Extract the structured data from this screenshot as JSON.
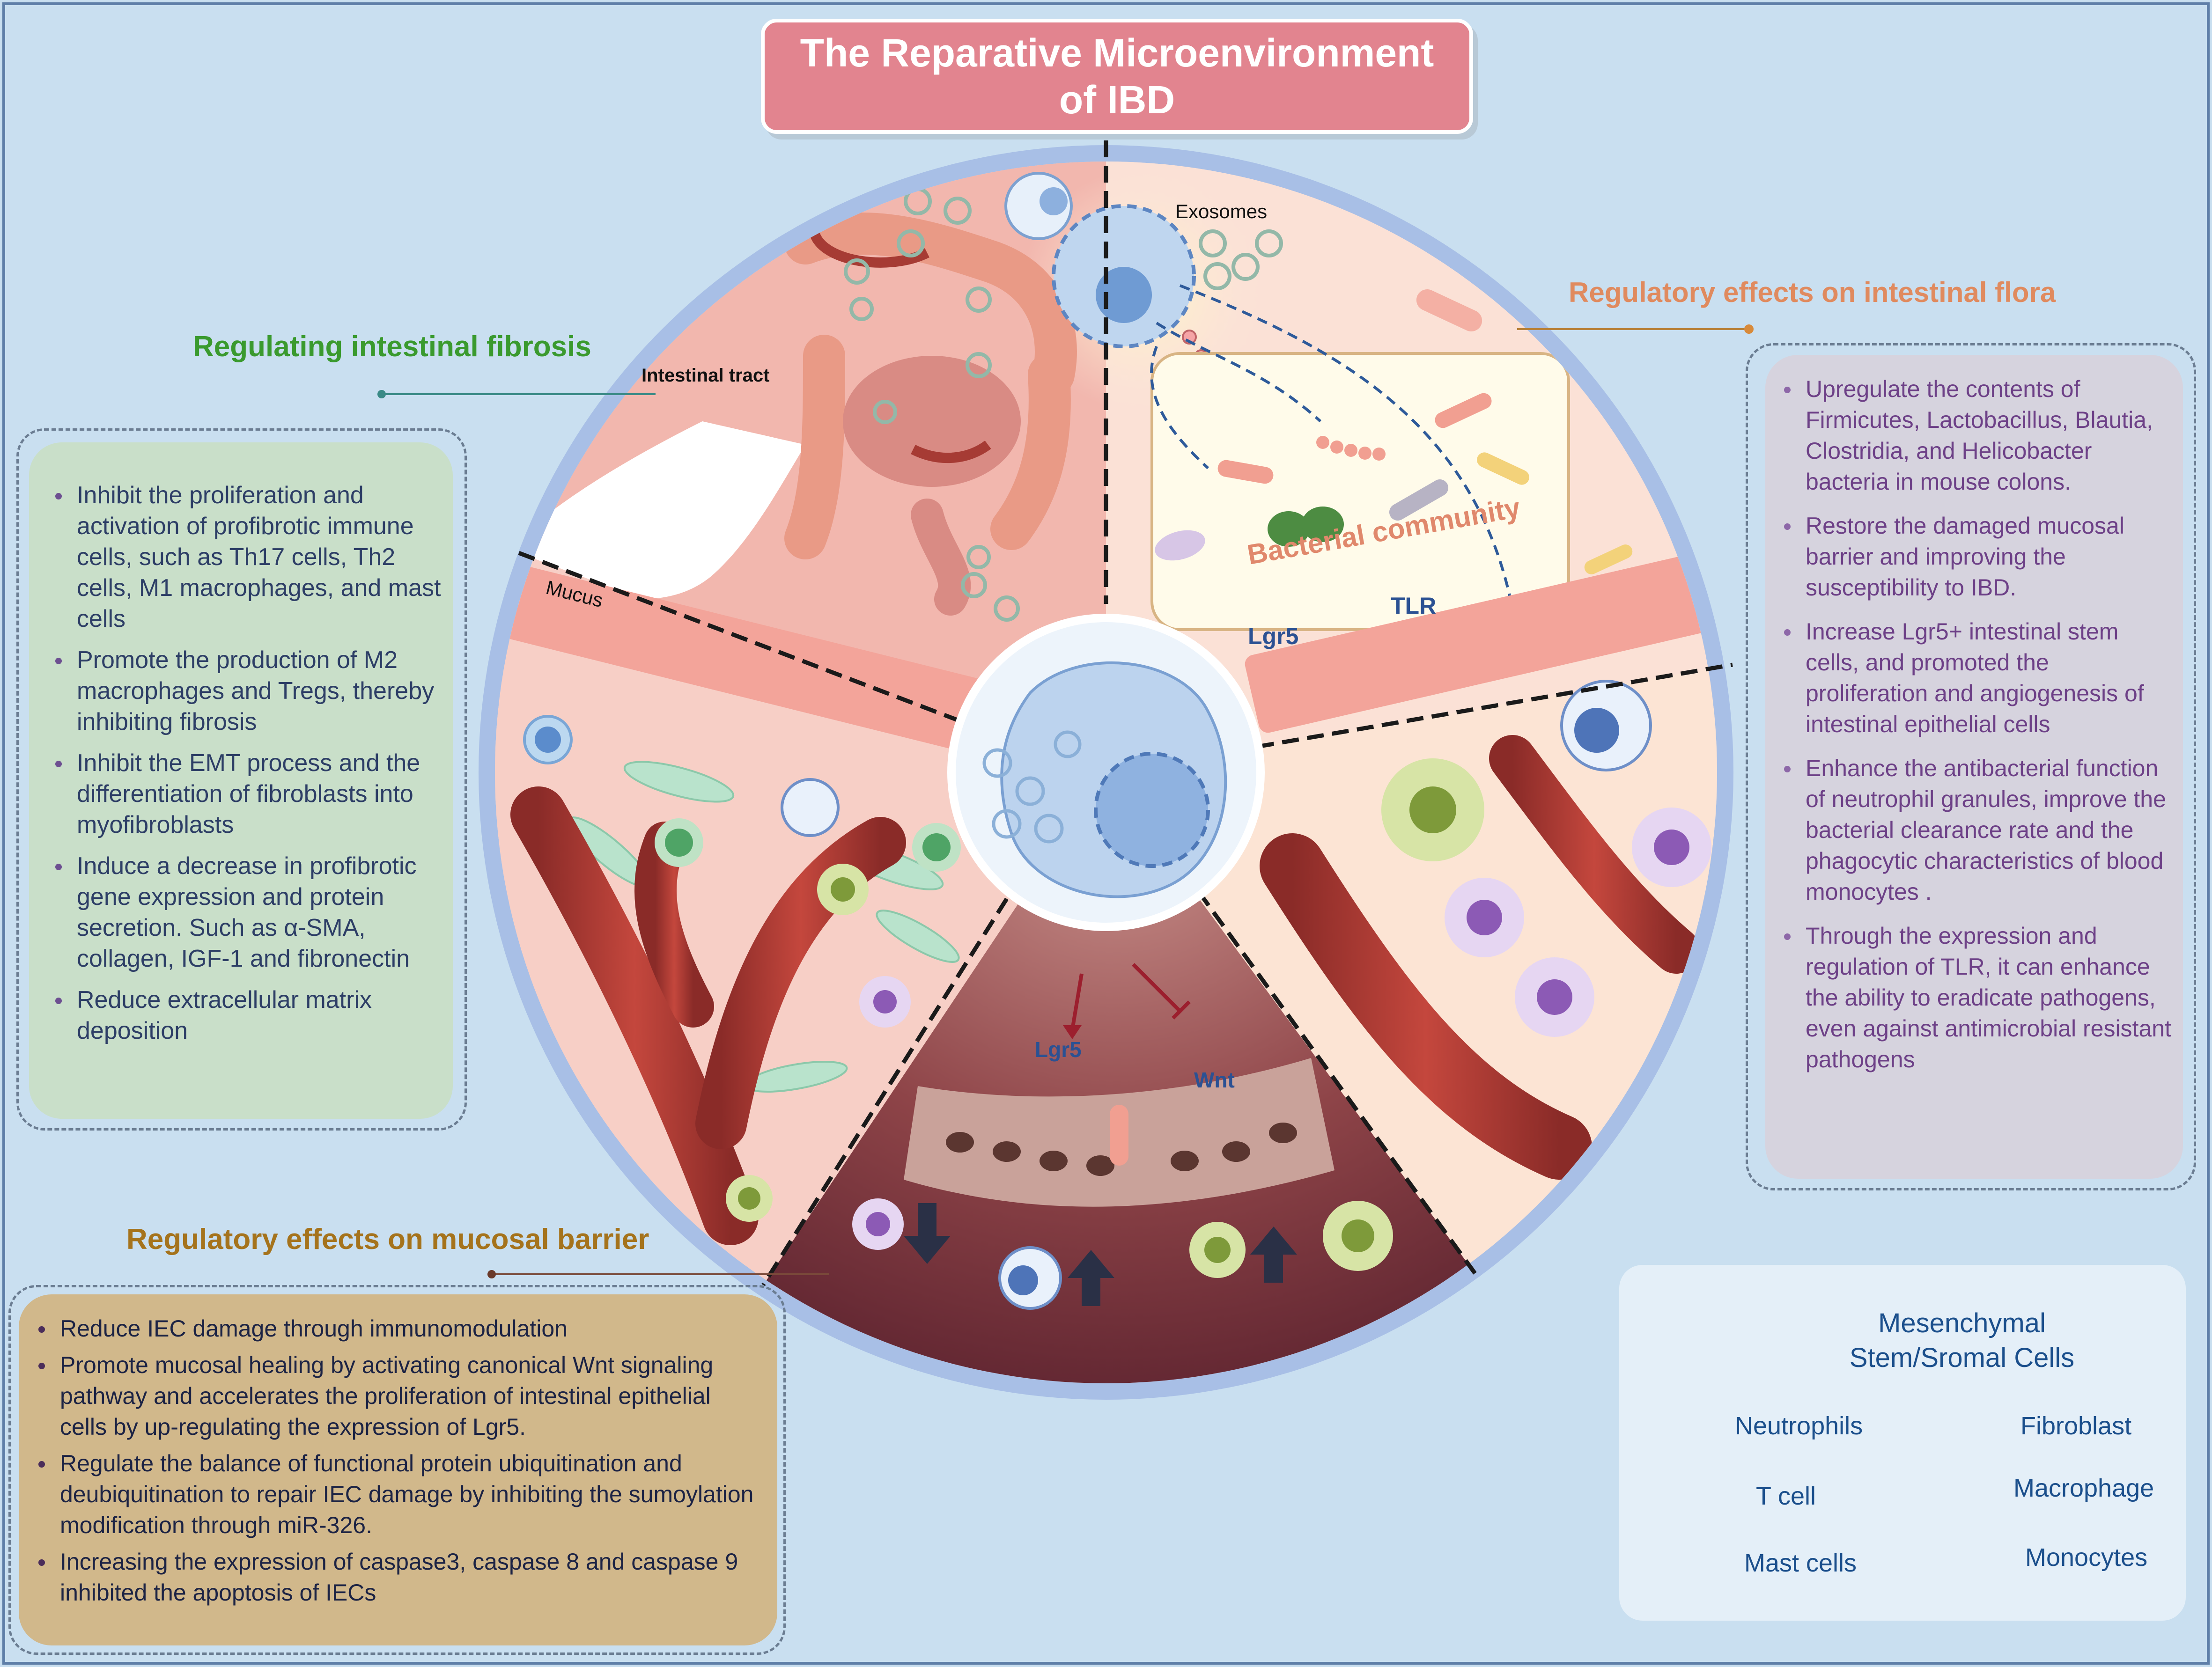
{
  "title": {
    "line1": "The Reparative Microenvironment",
    "line2": "of IBD"
  },
  "sections": {
    "fibrosis": {
      "heading": "Regulating intestinal fibrosis",
      "color": "#3a9a2e",
      "items": [
        "Inhibit the proliferation and activation of profibrotic immune cells, such as Th17 cells, Th2 cells, M1 macrophages, and mast cells",
        "Promote the production of M2 macrophages and Tregs, thereby inhibiting fibrosis",
        "Inhibit the EMT process and the differentiation of fibroblasts into myofibroblasts",
        "Induce a decrease in profibrotic gene expression and protein secretion. Such as α-SMA, collagen, IGF-1 and fibronectin",
        "Reduce extracellular matrix deposition"
      ]
    },
    "flora": {
      "heading": "Regulatory effects on intestinal flora",
      "color": "#e08a5e",
      "items": [
        "Upregulate the contents of Firmicutes, Lactobacillus, Blautia, Clostridia, and Helicobacter bacteria in mouse colons.",
        "Restore the damaged mucosal barrier and improving the susceptibility to IBD.",
        "Increase Lgr5+ intestinal stem cells, and promoted the proliferation and angiogenesis of intestinal epithelial cells",
        "Enhance the antibacterial function of neutrophil granules, improve the bacterial clearance rate and the phagocytic characteristics of blood monocytes .",
        "Through the expression and regulation of TLR, it can enhance the ability to eradicate pathogens, even against antimicrobial resistant pathogens"
      ]
    },
    "mucosal": {
      "heading": "Regulatory effects on mucosal barrier",
      "color": "#a5731c",
      "items": [
        "Reduce IEC damage through immunomodulation",
        "Promote mucosal healing by activating canonical Wnt signaling pathway and accelerates the proliferation of intestinal epithelial cells by up-regulating the expression of Lgr5.",
        "Regulate the balance of functional protein ubiquitination and deubiquitination to repair IEC damage by inhibiting the sumoylation modification through miR-326.",
        "Increasing the expression of caspase3, caspase 8 and caspase 9 inhibited the apoptosis of IECs"
      ]
    }
  },
  "diagram_labels": {
    "intestinal_tract": "Intestinal tract",
    "mucus": "Mucus",
    "exosomes": "Exosomes",
    "bacterial_community": "Bacterial community",
    "lgr5_top": "Lgr5",
    "tlr": "TLR",
    "lgr5_bottom": "Lgr5",
    "wnt": "Wnt"
  },
  "legend": {
    "title_line1": "Mesenchymal",
    "title_line2": "Stem/Sromal Cells",
    "neutrophils": "Neutrophils",
    "t_cell": "T cell",
    "mast_cells": "Mast cells",
    "fibroblast": "Fibroblast",
    "macrophage": "Macrophage",
    "monocytes": "Monocytes"
  },
  "colors": {
    "background": "#c9dff0",
    "title_fill": "#e2848f",
    "green_panel": "#c9dfc9",
    "gray_panel": "#d6d3de",
    "tan_panel": "#d1b88b",
    "vessel": "#b8433a"
  }
}
